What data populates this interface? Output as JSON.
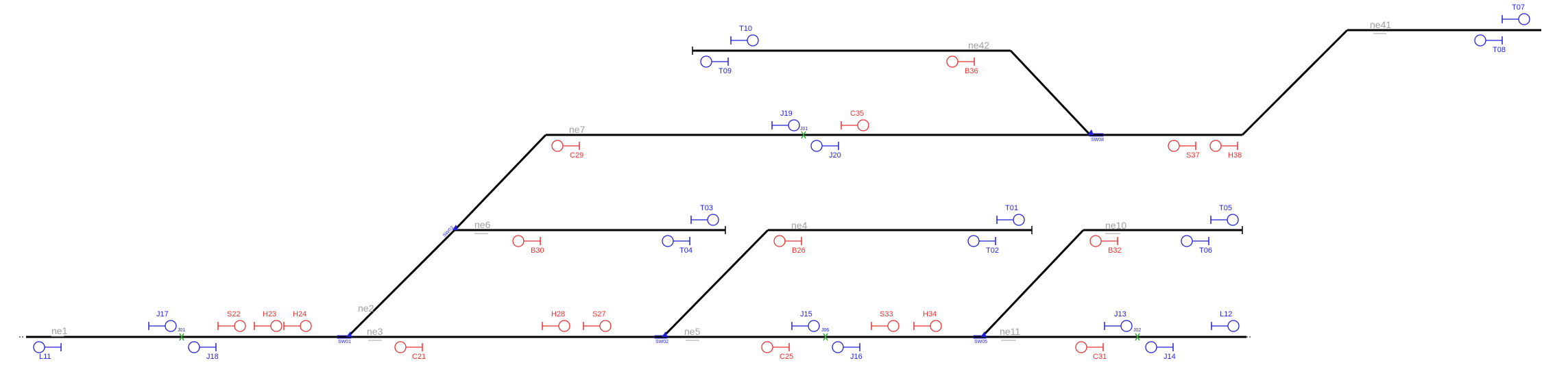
{
  "colors": {
    "track": "#000000",
    "blue_signal": "#1f1fd6",
    "red_signal": "#e63232",
    "joint": "#2aa52a",
    "segment_label": "#a0a0a0"
  },
  "segments": {
    "ne1": "ne1",
    "ne2": "ne2",
    "ne3": "ne3",
    "ne4": "ne4",
    "ne5": "ne5",
    "ne6": "ne6",
    "ne7": "ne7",
    "ne10": "ne10",
    "ne11": "ne11",
    "ne41": "ne41",
    "ne42": "ne42"
  },
  "switches": {
    "sw01": "SW01",
    "sw02": "SW02",
    "sw03": "SW03",
    "sw05": "SW05",
    "sw08": "SW08"
  },
  "joints": {
    "j01a": "J01",
    "j01b": "J01",
    "j02": "J02",
    "j06": "J06"
  },
  "signals": {
    "L11": "L11",
    "J17": "J17",
    "J18": "J18",
    "S22": "S22",
    "H23": "H23",
    "H24": "H24",
    "C21": "C21",
    "H28": "H28",
    "S27": "S27",
    "C25": "C25",
    "J15": "J15",
    "J16": "J16",
    "S33": "S33",
    "H34": "H34",
    "C31": "C31",
    "J13": "J13",
    "J14": "J14",
    "L12": "L12",
    "B30": "B30",
    "T03": "T03",
    "T04": "T04",
    "B26": "B26",
    "T01": "T01",
    "T02": "T02",
    "B32": "B32",
    "T05": "T05",
    "T06": "T06",
    "C29": "C29",
    "J19": "J19",
    "J20": "J20",
    "C35": "C35",
    "S37": "S37",
    "H38": "H38",
    "T10": "T10",
    "T09": "T09",
    "B36": "B36",
    "T07": "T07",
    "T08": "T08"
  }
}
